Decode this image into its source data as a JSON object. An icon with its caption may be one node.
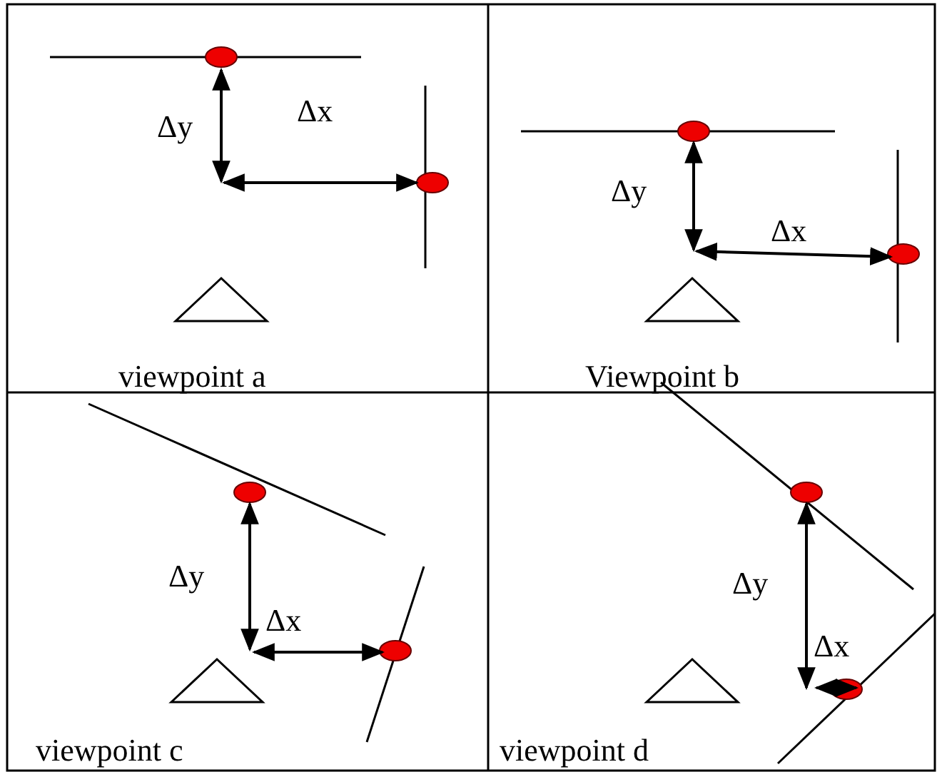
{
  "diagram": {
    "labels": [
      "Δy",
      "Δx",
      "viewpoint a",
      "Δy",
      "Δx",
      "Viewpoint b",
      "Δy",
      "Δx",
      "viewpoint c",
      "Δy",
      "Δx",
      "viewpoint d"
    ]
  }
}
